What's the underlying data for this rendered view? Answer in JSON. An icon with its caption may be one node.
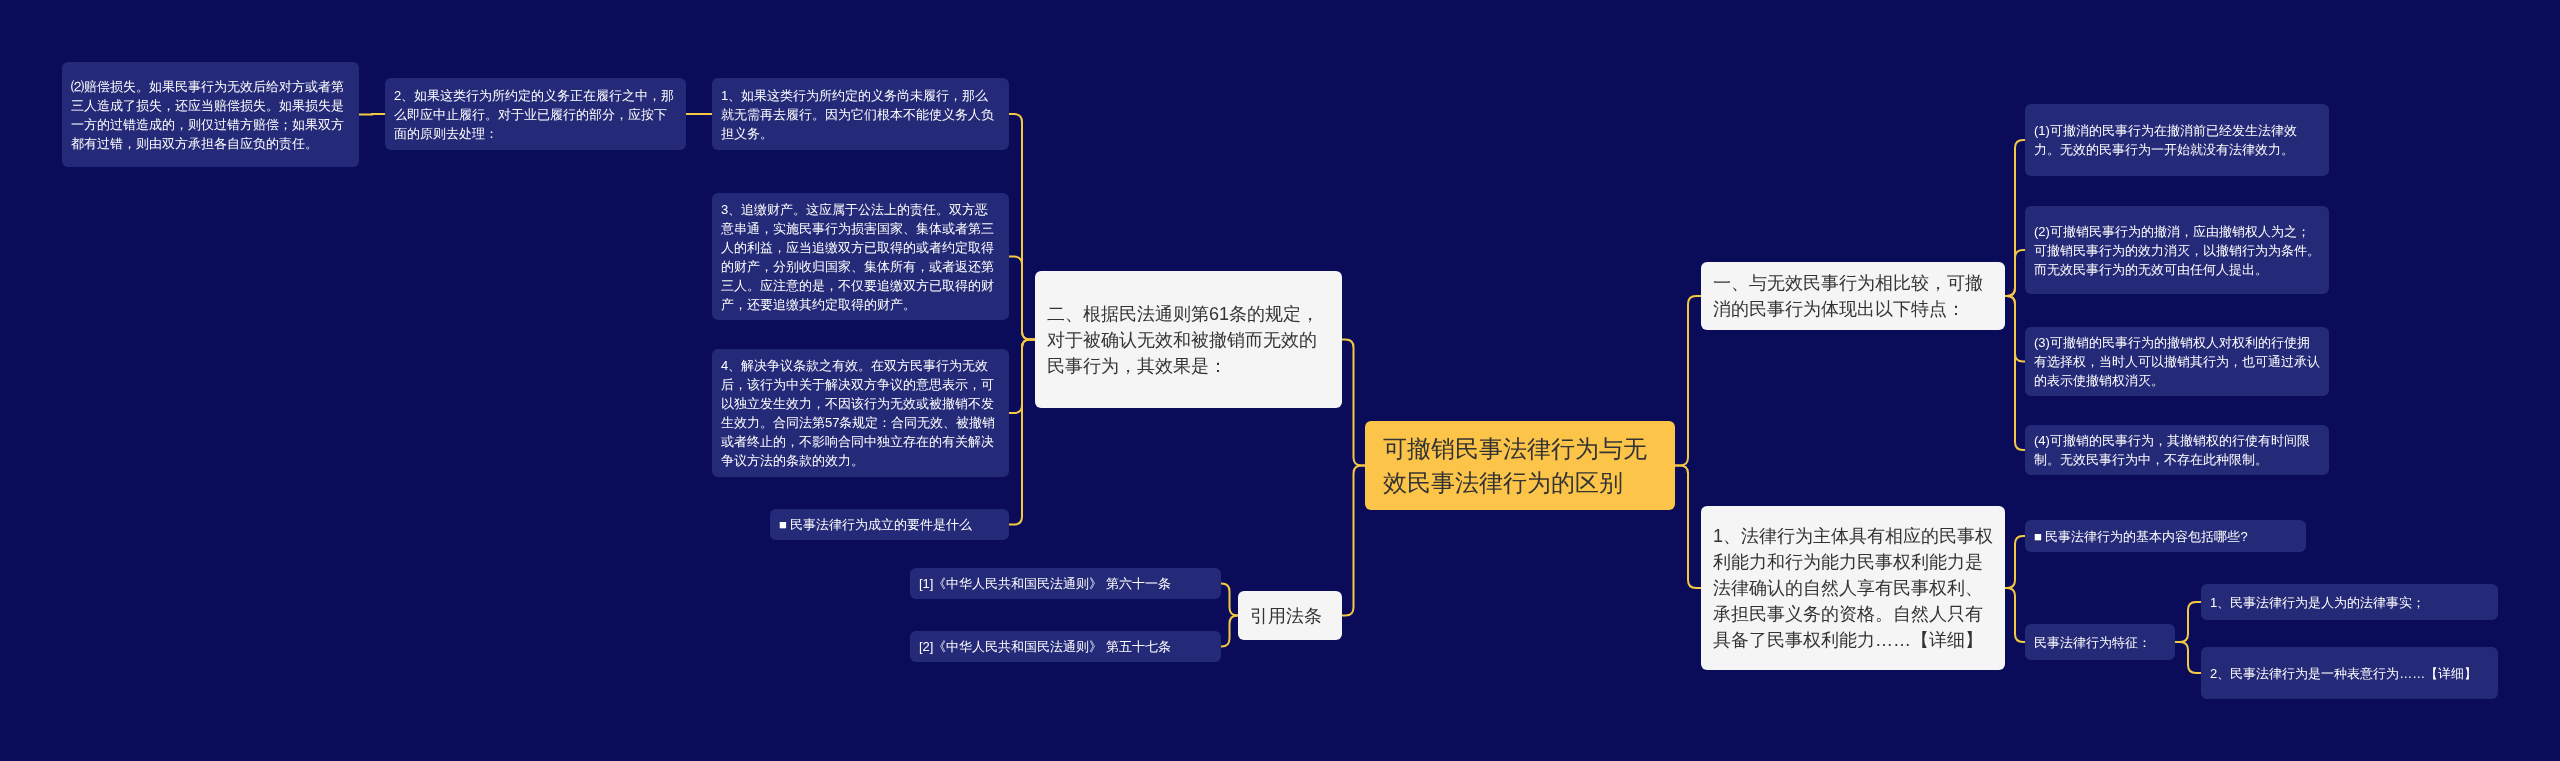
{
  "diagram": {
    "nodes": [
      {
        "text": [
          "可撤销民事法律行为与无效民事法律行为的区别"
        ]
      },
      {
        "text": [
          "二、根据民法通则第61条的规定，对于被确认无效和被撤销而无效的民事行为，其效果是："
        ]
      },
      {
        "text": [
          "1、如果这类行为所约定的义务尚未履行，那么就无需再去履行。因为它们根本不能使义务人负担义务。"
        ]
      },
      {
        "text": [
          "2、如果这类行为所约定的义务正在履行之中，那么即应中止履行。对于业已履行的部分，应按下面的原则去处理："
        ]
      },
      {
        "text": [
          "⑵赔偿损失。如果民事行为无效后给对方或者第三人造成了损失，还应当赔偿损失。如果损失是一方的过错造成的，则仅过错方赔偿；如果双方都有过错，则由双方承担各自应负的责任。"
        ]
      },
      {
        "text": [
          "3、追缴财产。这应属于公法上的责任。双方恶意串通，实施民事行为损害国家、集体或者第三人的利益，应当追缴双方已取得的或者约定取得的财产，分别收归国家、集体所有，或者返还第三人。应注意的是，不仅要追缴双方已取得的财产，还要追缴其约定取得的财产。"
        ]
      },
      {
        "text": [
          "4、解决争议条款之有效。在双方民事行为无效后，该行为中关于解决双方争议的意思表示，可以独立发生效力，不因该行为无效或被撤销不发生效力。合同法第57条规定：合同无效、被撤销或者终止的，不影响合同中独立存在的有关解决争议方法的条款的效力。"
        ]
      },
      {
        "text": [
          "■ 民事法律行为成立的要件是什么"
        ]
      },
      {
        "text": [
          "引用法条"
        ]
      },
      {
        "text": [
          "[1]《中华人民共和国民法通则》 第六十一条"
        ]
      },
      {
        "text": [
          "[2]《中华人民共和国民法通则》 第五十七条"
        ]
      },
      {
        "text": [
          "一、与无效民事行为相比较，可撤消的民事行为体现出以下特点："
        ]
      },
      {
        "text": [
          "(1)可撤消的民事行为在撤消前已经发生法律效力。无效的民事行为一开始就没有法律效力。"
        ]
      },
      {
        "text": [
          "(2)可撤销民事行为的撤消，应由撤销权人为之；可撤销民事行为的效力消灭，以撤销行为为条件。而无效民事行为的无效可由任何人提出。"
        ]
      },
      {
        "text": [
          "(3)可撤销的民事行为的撤销权人对权利的行使拥有选择权，当时人可以撤销其行为，也可通过承认的表示使撤销权消灭。"
        ]
      },
      {
        "text": [
          "(4)可撤销的民事行为，其撤销权的行使有时间限制。无效民事行为中，不存在此种限制。"
        ]
      },
      {
        "text": [
          "1、法律行为主体具有相应的民事权利能力和行为能力民事权利能力是法律确认的自然人享有民事权利、承担民事义务的资格。自然人只有具备了民事权利能力……【详细】"
        ]
      },
      {
        "text": [
          "■ 民事法律行为的基本内容包括哪些?"
        ]
      },
      {
        "text": [
          "民事法律行为特征："
        ]
      },
      {
        "text": [
          "1、民事法律行为是人为的法律事实；"
        ]
      },
      {
        "text": [
          "2、民事法律行为是一种表意行为……【详细】"
        ]
      }
    ],
    "edges": [
      {
        "from": 0,
        "to": 1,
        "arrow": "none"
      },
      {
        "from": 1,
        "to": 2,
        "arrow": "none"
      },
      {
        "from": 2,
        "to": 3,
        "arrow": "none"
      },
      {
        "from": 3,
        "to": 4,
        "arrow": "none"
      },
      {
        "from": 1,
        "to": 5,
        "arrow": "none"
      },
      {
        "from": 1,
        "to": 6,
        "arrow": "none"
      },
      {
        "from": 1,
        "to": 7,
        "arrow": "none"
      },
      {
        "from": 0,
        "to": 8,
        "arrow": "none"
      },
      {
        "from": 8,
        "to": 9,
        "arrow": "none"
      },
      {
        "from": 8,
        "to": 10,
        "arrow": "none"
      },
      {
        "from": 0,
        "to": 11,
        "arrow": "none"
      },
      {
        "from": 11,
        "to": 12,
        "arrow": "none"
      },
      {
        "from": 11,
        "to": 13,
        "arrow": "none"
      },
      {
        "from": 11,
        "to": 14,
        "arrow": "none"
      },
      {
        "from": 11,
        "to": 15,
        "arrow": "none"
      },
      {
        "from": 0,
        "to": 16,
        "arrow": "none"
      },
      {
        "from": 16,
        "to": 17,
        "arrow": "none"
      },
      {
        "from": 16,
        "to": 18,
        "arrow": "none"
      },
      {
        "from": 18,
        "to": 19,
        "arrow": "none"
      },
      {
        "from": 18,
        "to": 20,
        "arrow": "none"
      }
    ]
  }
}
